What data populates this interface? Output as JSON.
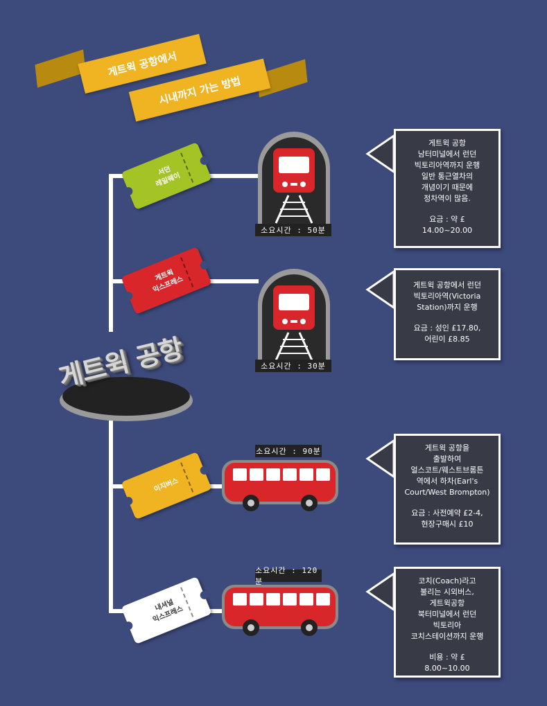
{
  "title": {
    "line1": "게트윅 공항에서",
    "line2": "시내까지 가는 방법"
  },
  "hub": {
    "label": "게트윅 공항"
  },
  "routes": [
    {
      "ticket_label": "서던\n레일웨이",
      "ticket_color": "#a3c424",
      "ticket_text_color": "#ffffff",
      "vehicle": "train-icon",
      "duration": "소요시간 : 50분",
      "info": "게트윅 공항\n남터미널에서 런던\n빅토리아역까지 운행\n일반 통근열차의\n개념이기 때문에\n정차역이 많음.",
      "fare": "요금 : 약 £\n14.00~20.00"
    },
    {
      "ticket_label": "게트윅\n익스프레스",
      "ticket_color": "#d8262b",
      "ticket_text_color": "#ffffff",
      "vehicle": "train-icon",
      "duration": "소요시간 : 30분",
      "info": "게트윅 공항에서 런던\n빅토리아역(Victoria\nStation)까지 운행",
      "fare": "요금 : 성인 £17.80,\n어린이 £8.85"
    },
    {
      "ticket_label": "이지버스",
      "ticket_color": "#f0b322",
      "ticket_text_color": "#ffffff",
      "vehicle": "bus-icon",
      "duration": "소요시간 : 90분",
      "info": "게트윅 공항을\n출발하여\n얼스코트/웨스트브롬튼\n역에서 하차(Earl's\nCourt/West Brompton)",
      "fare": "요금 : 사전예약 £2-4,\n현장구매시 £10"
    },
    {
      "ticket_label": "내셔널\n익스프레스",
      "ticket_color": "#ffffff",
      "ticket_text_color": "#333333",
      "vehicle": "bus-icon",
      "duration": "소요시간 : 120분",
      "info": "코치(Coach)라고\n불리는 시외버스,\n게트윅공항\n북터미널에서 런던\n빅토리아\n코치스테이션까지 운행",
      "fare": "비용 : 약 £\n8.00~10.00"
    }
  ],
  "colors": {
    "background": "#3d4a7c",
    "vehicle_red": "#d8262b",
    "box_bg": "#383b46",
    "ribbon": "#f0b322"
  }
}
